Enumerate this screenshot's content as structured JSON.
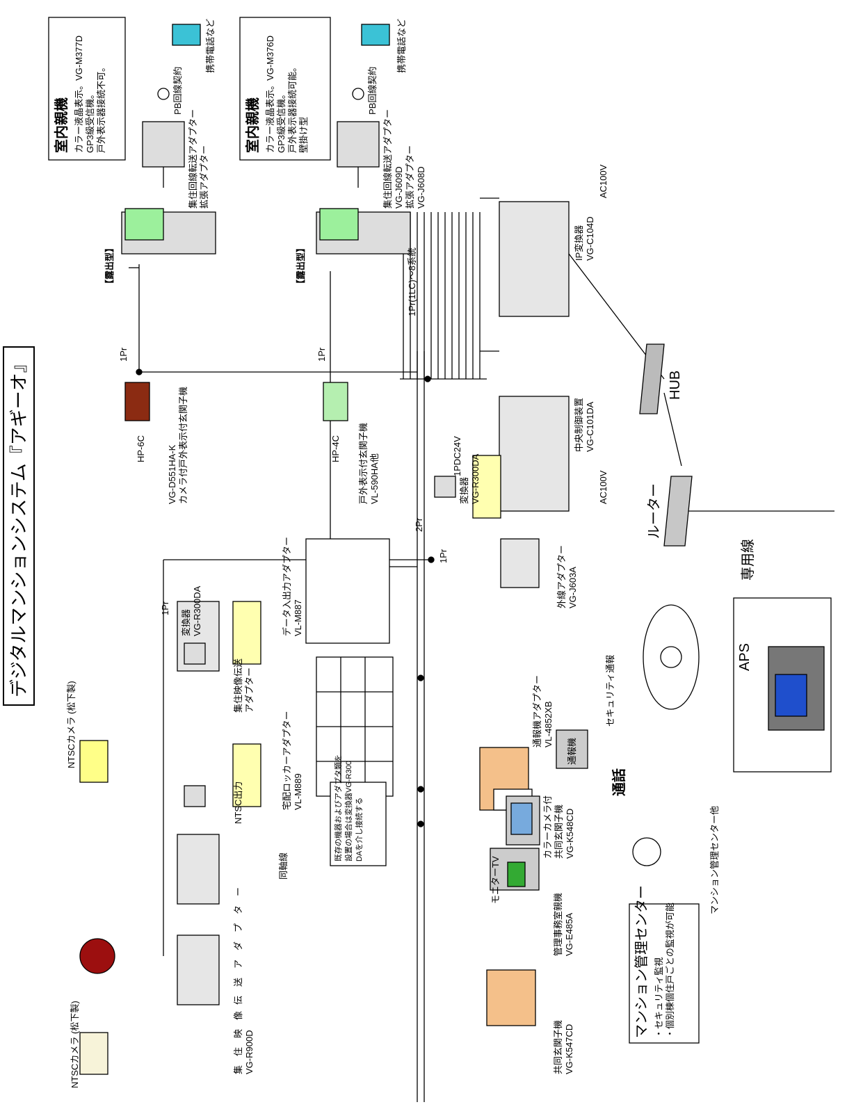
{
  "title": "デジタルマンションシステム『アギーオ』",
  "callouts": {
    "left": {
      "heading": "室内親機",
      "lines": [
        "カラー液晶表示。VG-M377D",
        "GP3級受信機。",
        "戸外表示器接続不可。"
      ]
    },
    "right": {
      "heading": "室内親機",
      "lines": [
        "カラー液晶表示。VG-M376D",
        "GP3級受信機。",
        "戸外表示器接続可能。",
        "壁掛け型"
      ]
    },
    "existing": [
      "既存の機器およびアダプタ類を",
      "設置の場合は変換器VG-R300",
      "DAを介し接続する"
    ],
    "center": {
      "heading": "マンション管理センター",
      "lines": [
        "・セキュリティ監視",
        "・個別棟個住戸ごとの監視が可能"
      ]
    }
  },
  "labels": {
    "mobile1": "携帯電話など",
    "mobile2": "携帯電話など",
    "pb1": "PB回線契約",
    "pb2": "PB回線契約",
    "tenso1": [
      "集住回線転送アダプター",
      "拡張アダプター"
    ],
    "tenso2": [
      "集住回線転送アダプター",
      "VG-J609D",
      "拡張アダプター",
      "VG-J608D"
    ],
    "roshutsu1": "【露出型】",
    "roshutsu2": "【露出型】",
    "pr1_a": "1Pr",
    "pr1_b": "1Pr",
    "hp6c": "HP-6C",
    "hp4c": "HP-4C",
    "entrance1": [
      "VG-D551HA-K",
      "カメラ付戸外表示付玄関子機"
    ],
    "entrance2": [
      "戸外表示付玄関子機",
      "VL-590HA他"
    ],
    "trunk": "1Pr(1LC)～8系統",
    "dc24": "1PDC24V",
    "pr2": "2Pr",
    "pr1_c": "1Pr",
    "ip_switch": [
      "IP変換器",
      "VG-C104D"
    ],
    "ac100_1": "AC100V",
    "central": [
      "中央制御装置",
      "VG-C101DA"
    ],
    "ac100_2": "AC100V",
    "hub": "HUB",
    "router": "ルーター",
    "senyo": "専用線",
    "aps": "APS",
    "ntsc1": "NTSCカメラ (松下製)",
    "ntsc2": "NTSCカメラ (松下製)",
    "video1": [
      "集住映像伝送",
      "アダプター"
    ],
    "video2": [
      "集　住　映　像",
      "VG-R900D"
    ],
    "video3": "伝　送　ア　ダ　プ　タ　ー",
    "pr1_d": "1Pr",
    "conv1": [
      "変換器",
      "VG-R300DA"
    ],
    "conv2": [
      "変換器",
      "VG-R300DA"
    ],
    "data_io": [
      "データ入出力アダプター",
      "VL-M887"
    ],
    "locker": [
      "宅配ロッカーアダプター",
      "VL-M889"
    ],
    "ntsc_out": "NTSC出力",
    "coax": "同軸線",
    "outside_adp": [
      "外線アダプター",
      "VG-J603A"
    ],
    "alarm_adp": [
      "通報機アダプター",
      "VL-4852XB"
    ],
    "alarm": "通報機",
    "security": "セキュリティ通報",
    "talk": "通話",
    "mgmt_center": "マンション管理センター他",
    "color_cam": [
      "カラーカメラ付",
      "共同玄関子機",
      "VG-K548CD"
    ],
    "monitor_tv": "モニターTV",
    "office": [
      "管理事務室親機",
      "VG-E485A"
    ],
    "common_entrance": [
      "共同玄関子機",
      "VG-K547CD"
    ]
  }
}
